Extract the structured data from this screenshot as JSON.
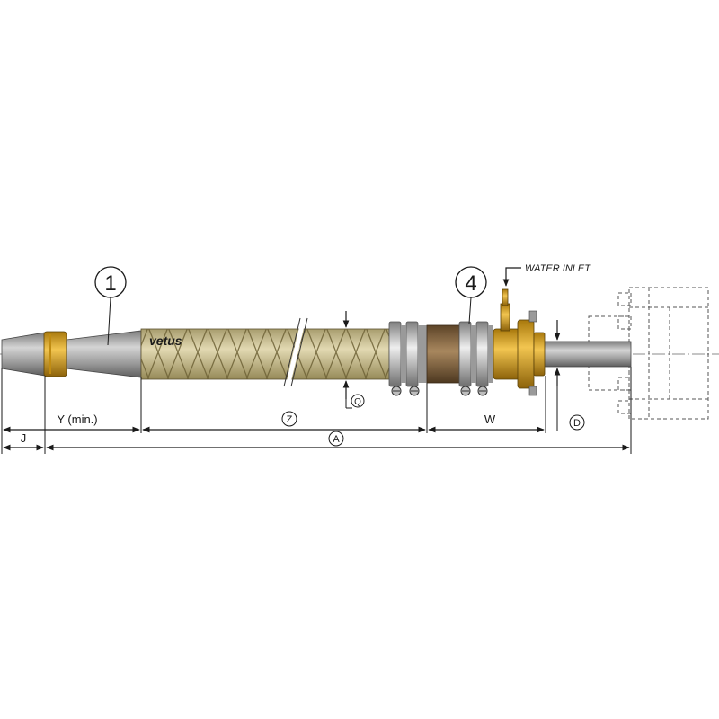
{
  "callouts": [
    {
      "number": "1"
    },
    {
      "number": "4"
    }
  ],
  "brand_text": "vetus",
  "water_inlet_label": "WATER INLET",
  "dimensions": {
    "j": "J",
    "y_min": "Y (min.)",
    "z": "Z",
    "w": "W",
    "a": "A",
    "d": "D",
    "q": "Q"
  },
  "colors": {
    "shaft": "#a6a6a6",
    "hose": "#c9bf93",
    "hose_stripe": "#7a6e3e",
    "brass": "#d9a520",
    "bronze_sleeve": "#8a6a45",
    "clamp": "#bdbdbd"
  }
}
